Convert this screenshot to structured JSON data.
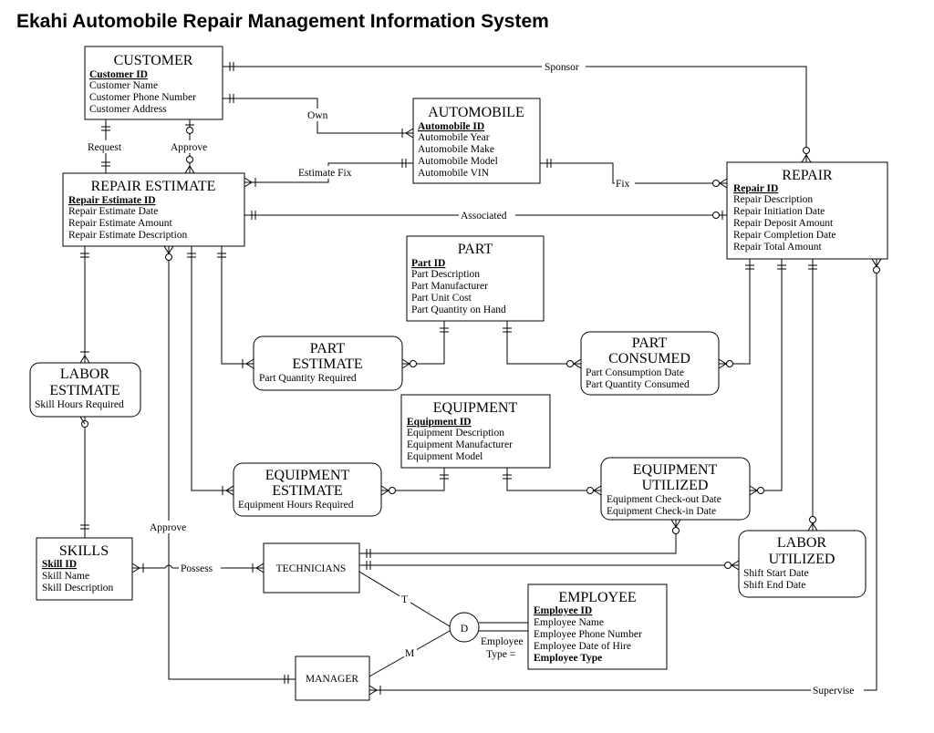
{
  "title": "Ekahi Automobile Repair Management Information System",
  "entities": {
    "customer": {
      "name": "CUSTOMER",
      "key": "Customer ID",
      "attributes": [
        "Customer Name",
        "Customer Phone Number",
        "Customer Address"
      ]
    },
    "automobile": {
      "name": "AUTOMOBILE",
      "key": "Automobile ID",
      "attributes": [
        "Automobile Year",
        "Automobile Make",
        "Automobile Model",
        "Automobile VIN"
      ]
    },
    "repair_estimate": {
      "name": "REPAIR ESTIMATE",
      "key": "Repair Estimate ID",
      "attributes": [
        "Repair Estimate Date",
        "Repair Estimate Amount",
        "Repair Estimate Description"
      ]
    },
    "repair": {
      "name": "REPAIR",
      "key": "Repair ID",
      "attributes": [
        "Repair Description",
        "Repair Initiation Date",
        "Repair Deposit Amount",
        "Repair Completion Date",
        "Repair Total Amount"
      ]
    },
    "part": {
      "name": "PART",
      "key": "Part ID",
      "attributes": [
        "Part Description",
        "Part Manufacturer",
        "Part Unit Cost",
        "Part Quantity on Hand"
      ]
    },
    "part_estimate": {
      "name_line1": "PART",
      "name_line2": "ESTIMATE",
      "attributes": [
        "Part Quantity Required"
      ]
    },
    "part_consumed": {
      "name_line1": "PART",
      "name_line2": "CONSUMED",
      "attributes": [
        "Part Consumption Date",
        "Part Quantity Consumed"
      ]
    },
    "labor_estimate": {
      "name_line1": "LABOR",
      "name_line2": "ESTIMATE",
      "attributes": [
        "Skill Hours Required"
      ]
    },
    "equipment": {
      "name": "EQUIPMENT",
      "key": "Equipment ID",
      "attributes": [
        "Equipment Description",
        "Equipment Manufacturer",
        "Equipment Model"
      ]
    },
    "equipment_estimate": {
      "name_line1": "EQUIPMENT",
      "name_line2": "ESTIMATE",
      "attributes": [
        "Equipment Hours Required"
      ]
    },
    "equipment_utilized": {
      "name_line1": "EQUIPMENT",
      "name_line2": "UTILIZED",
      "attributes": [
        "Equipment Check-out Date",
        "Equipment Check-in Date"
      ]
    },
    "skills": {
      "name": "SKILLS",
      "key": "Skill ID",
      "attributes": [
        "Skill Name",
        "Skill Description"
      ]
    },
    "technicians": {
      "name": "TECHNICIANS"
    },
    "manager": {
      "name": "MANAGER"
    },
    "labor_utilized": {
      "name_line1": "LABOR",
      "name_line2": "UTILIZED",
      "attributes": [
        "Shift Start Date",
        "Shift End Date"
      ]
    },
    "employee": {
      "name": "EMPLOYEE",
      "key": "Employee ID",
      "attributes": [
        "Employee Name",
        "Employee Phone Number",
        "Employee Date of Hire"
      ],
      "discriminator": "Employee Type"
    }
  },
  "relationships": {
    "sponsor": "Sponsor",
    "own": "Own",
    "request": "Request",
    "approve_top": "Approve",
    "estimate_fix": "Estimate Fix",
    "fix": "Fix",
    "associated": "Associated",
    "approve_left": "Approve",
    "possess": "Possess",
    "supervise": "Supervise"
  },
  "specialization": {
    "symbol": "D",
    "subtype_t": "T",
    "subtype_m": "M",
    "label_line1": "Employee",
    "label_line2": "Type ="
  }
}
